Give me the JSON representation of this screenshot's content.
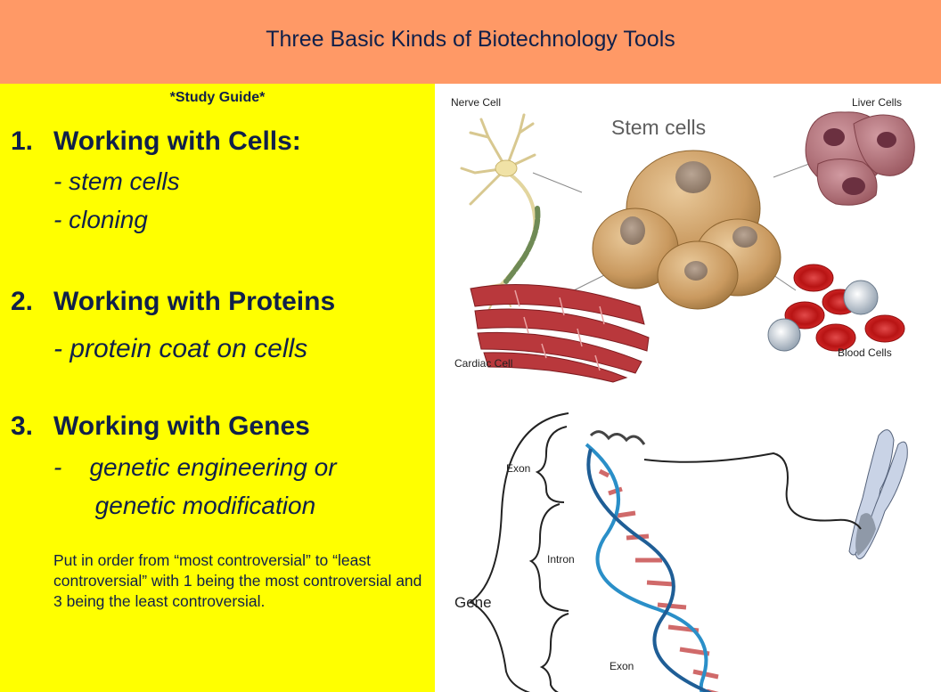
{
  "slide": {
    "title": "Three Basic Kinds of Biotechnology Tools",
    "study_guide": "*Study Guide*",
    "items": [
      {
        "number": "1.",
        "heading": "Working with Cells:",
        "subs": [
          "- stem cells",
          "- cloning"
        ]
      },
      {
        "number": "2.",
        "heading": "Working with Proteins",
        "subs": [
          "- protein coat on cells"
        ]
      },
      {
        "number": "3.",
        "heading": "Working with Genes",
        "subs": [
          "-    genetic engineering or",
          "      genetic modification"
        ]
      }
    ],
    "note": "Put in order from “most controversial” to “least controversial” with 1 being the most controversial and 3 being the least controversial."
  },
  "stem_image": {
    "title": "Stem cells",
    "nerve": "Nerve Cell",
    "liver": "Liver Cells",
    "cardiac": "Cardiac Cell",
    "blood": "Blood Cells"
  },
  "dna_image": {
    "exon_top": "Exon",
    "intron": "Intron",
    "exon_bottom": "Exon",
    "gene": "Gene"
  },
  "colors": {
    "header": "#ff9966",
    "panel": "#ffff00",
    "text": "#10204a"
  }
}
